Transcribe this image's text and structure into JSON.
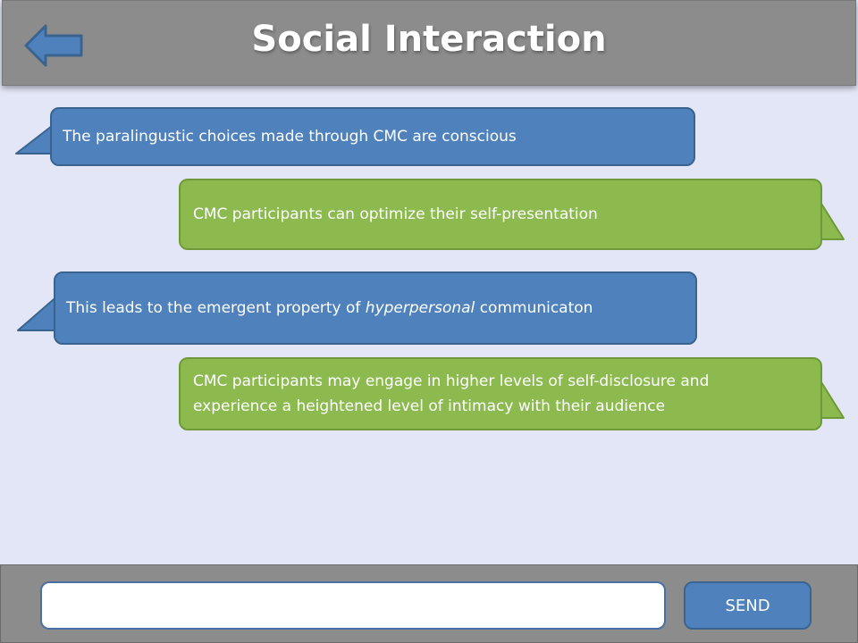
{
  "header": {
    "title": "Social Interaction",
    "back_icon": "back-arrow-icon"
  },
  "colors": {
    "header_bg": "#8c8c8c",
    "page_bg": "#e3e6f6",
    "blue_bubble": "#4f81bd",
    "green_bubble": "#8cba4f"
  },
  "messages": [
    {
      "side": "left",
      "color": "blue",
      "text": "The paralingustic choices made through CMC are conscious"
    },
    {
      "side": "right",
      "color": "green",
      "text": "CMC participants can optimize their self-presentation"
    },
    {
      "side": "left",
      "color": "blue",
      "text_before": "This leads to the emergent property of ",
      "text_emph": "hyperpersonal",
      "text_after": " communicaton"
    },
    {
      "side": "right",
      "color": "green",
      "line1": "CMC participants may engage in higher levels of self-disclosure and",
      "line2": "experience a heightened level of intimacy with their audience"
    }
  ],
  "composer": {
    "input_value": "",
    "send_label": "SEND"
  }
}
